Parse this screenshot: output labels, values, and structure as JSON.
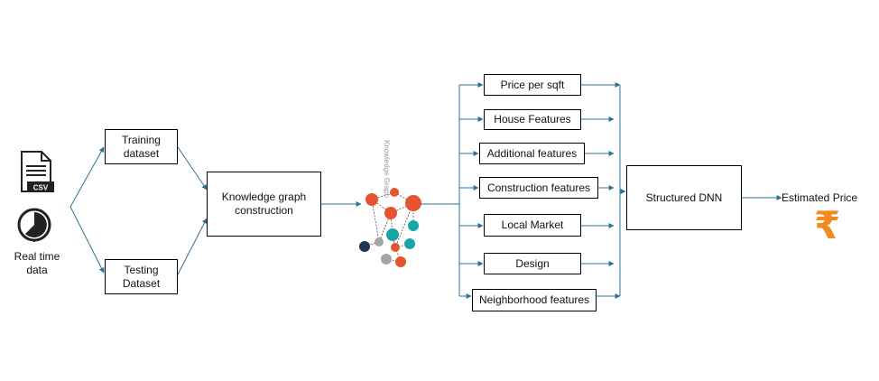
{
  "inputs": {
    "csv_icon_label": "CSV",
    "realtime_label": "Real time data"
  },
  "datasets": {
    "training": "Training dataset",
    "testing": "Testing Dataset"
  },
  "kg_construction": "Knowledge graph construction",
  "kg_icon_label": "Knowledge Graph",
  "features": [
    "Price per sqft",
    "House Features",
    "Additional features",
    "Construction features",
    "Local Market",
    "Design",
    "Neighborhood features"
  ],
  "model": "Structured DNN",
  "output": {
    "label": "Estimated Price",
    "currency_symbol": "₹"
  },
  "colors": {
    "arrow": "#2f6f95",
    "kg_orange": "#e5532f",
    "kg_teal": "#1aa5a5",
    "kg_gray": "#a6a6a6",
    "kg_navy": "#1f3556",
    "rupee": "#f28a1e",
    "icon": "#222222"
  }
}
